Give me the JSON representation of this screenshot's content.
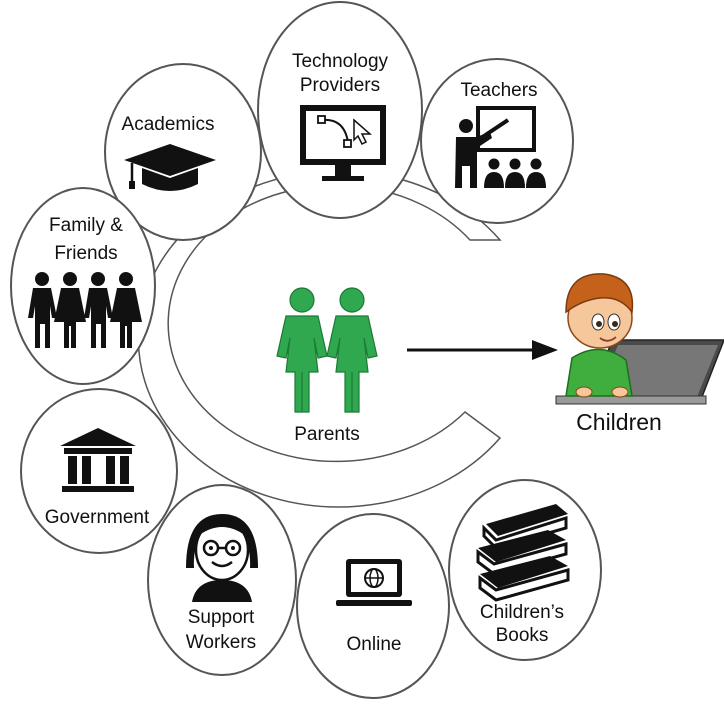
{
  "center": {
    "label": "Parents"
  },
  "target": {
    "label": "Children"
  },
  "colors": {
    "parents_green": "#2fa84f",
    "outline": "#555555",
    "icon": "#111111"
  },
  "nodes": [
    {
      "id": "technology-providers",
      "lines": [
        "Technology",
        "Providers"
      ],
      "icon": "monitor-vector-icon"
    },
    {
      "id": "teachers",
      "lines": [
        "Teachers"
      ],
      "icon": "teacher-classroom-icon"
    },
    {
      "id": "academics",
      "lines": [
        "Academics"
      ],
      "icon": "graduation-cap-icon"
    },
    {
      "id": "family-friends",
      "lines": [
        "Family &",
        "Friends"
      ],
      "icon": "people-group-icon"
    },
    {
      "id": "government",
      "lines": [
        "Government"
      ],
      "icon": "government-building-icon"
    },
    {
      "id": "support-workers",
      "lines": [
        "Support",
        "Workers"
      ],
      "icon": "support-worker-face-icon"
    },
    {
      "id": "online",
      "lines": [
        "Online"
      ],
      "icon": "laptop-globe-icon"
    },
    {
      "id": "childrens-books",
      "lines": [
        "Children’s",
        "Books"
      ],
      "icon": "book-stack-icon"
    }
  ]
}
